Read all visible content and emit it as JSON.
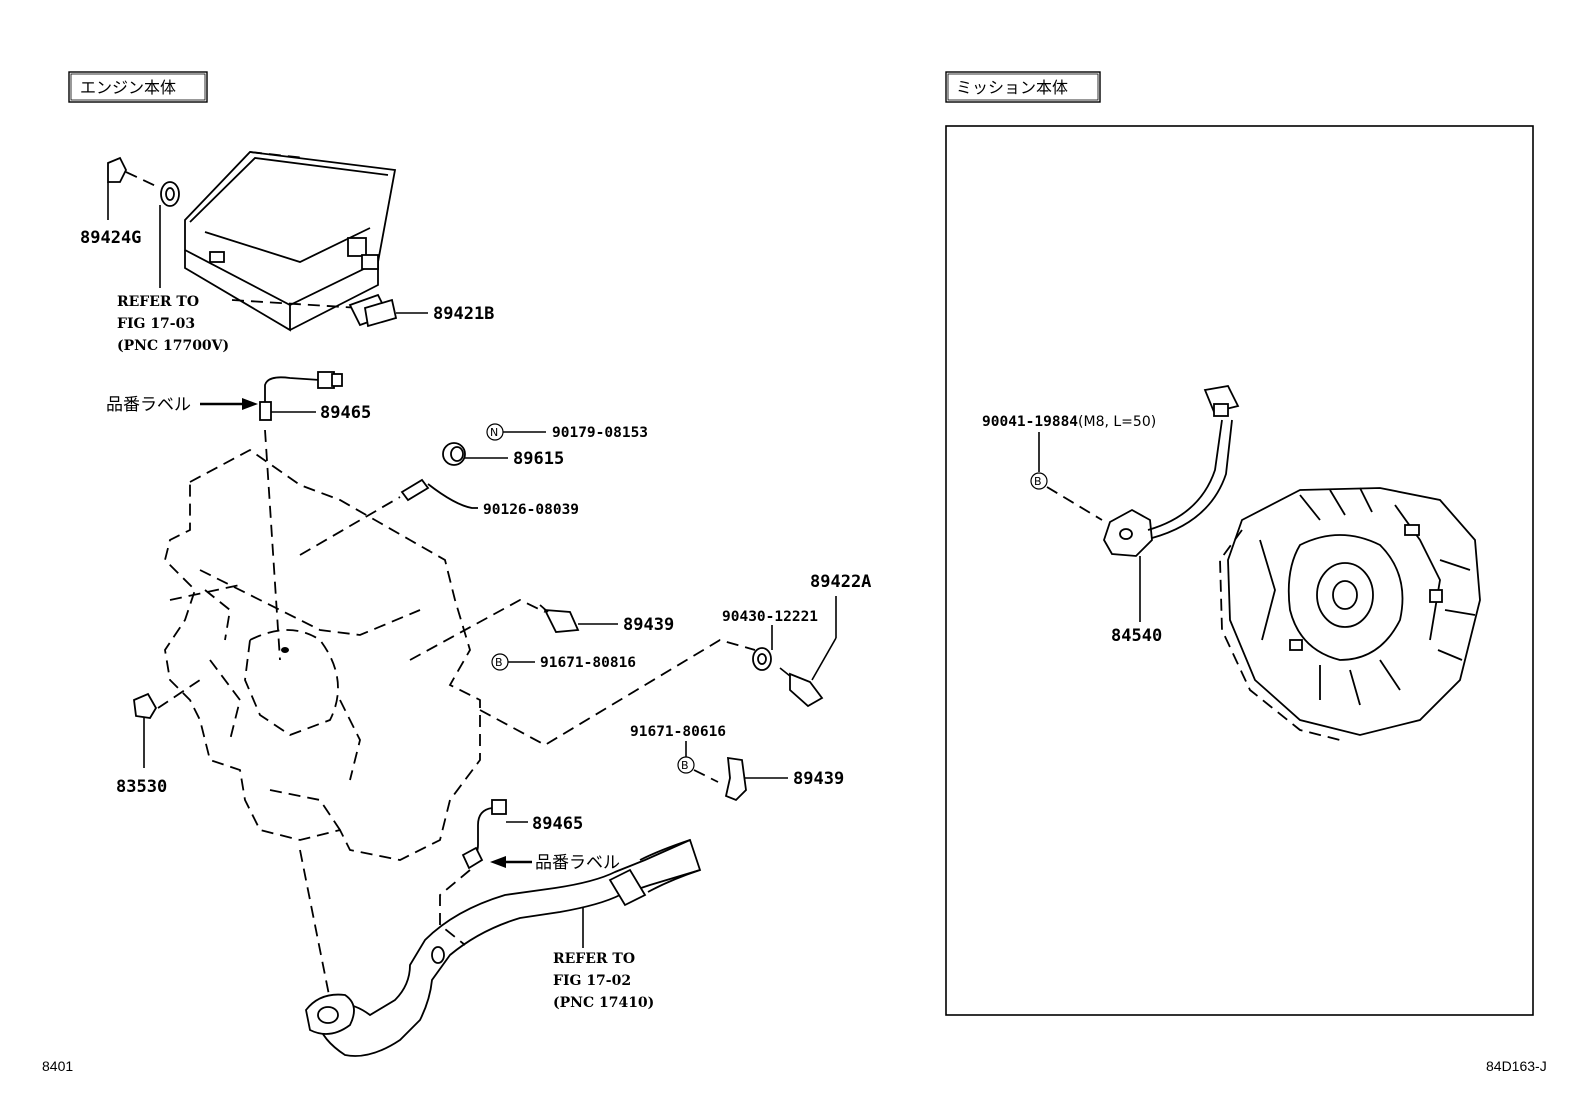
{
  "sections": {
    "engine": "エンジン本体",
    "transmission": "ミッション本体"
  },
  "labels": {
    "p89424G": "89424G",
    "refer_a_1": "REFER TO",
    "refer_a_2": "FIG 17-03",
    "refer_a_3": "(PNC 17700V)",
    "p89421B": "89421B",
    "part_label_1": "品番ラベル",
    "p89465_top": "89465",
    "p90179": "90179-08153",
    "p89615": "89615",
    "p90126": "90126-08039",
    "p89422A": "89422A",
    "p89439_top": "89439",
    "p90430": "90430-12221",
    "p91671_80816": "91671-80816",
    "p83530": "83530",
    "p91671_80616": "91671-80616",
    "p89439_bottom": "89439",
    "p89465_bottom": "89465",
    "part_label_2": "品番ラベル",
    "refer_b_1": "REFER TO",
    "refer_b_2": "FIG 17-02",
    "refer_b_3": "(PNC 17410)",
    "p90041": "90041-19884",
    "p90041_spec": "(M8, L=50)",
    "p84540": "84540",
    "marker_n": "N",
    "marker_b": "B"
  },
  "footer": {
    "left": "8401",
    "right": "84D163-J"
  }
}
